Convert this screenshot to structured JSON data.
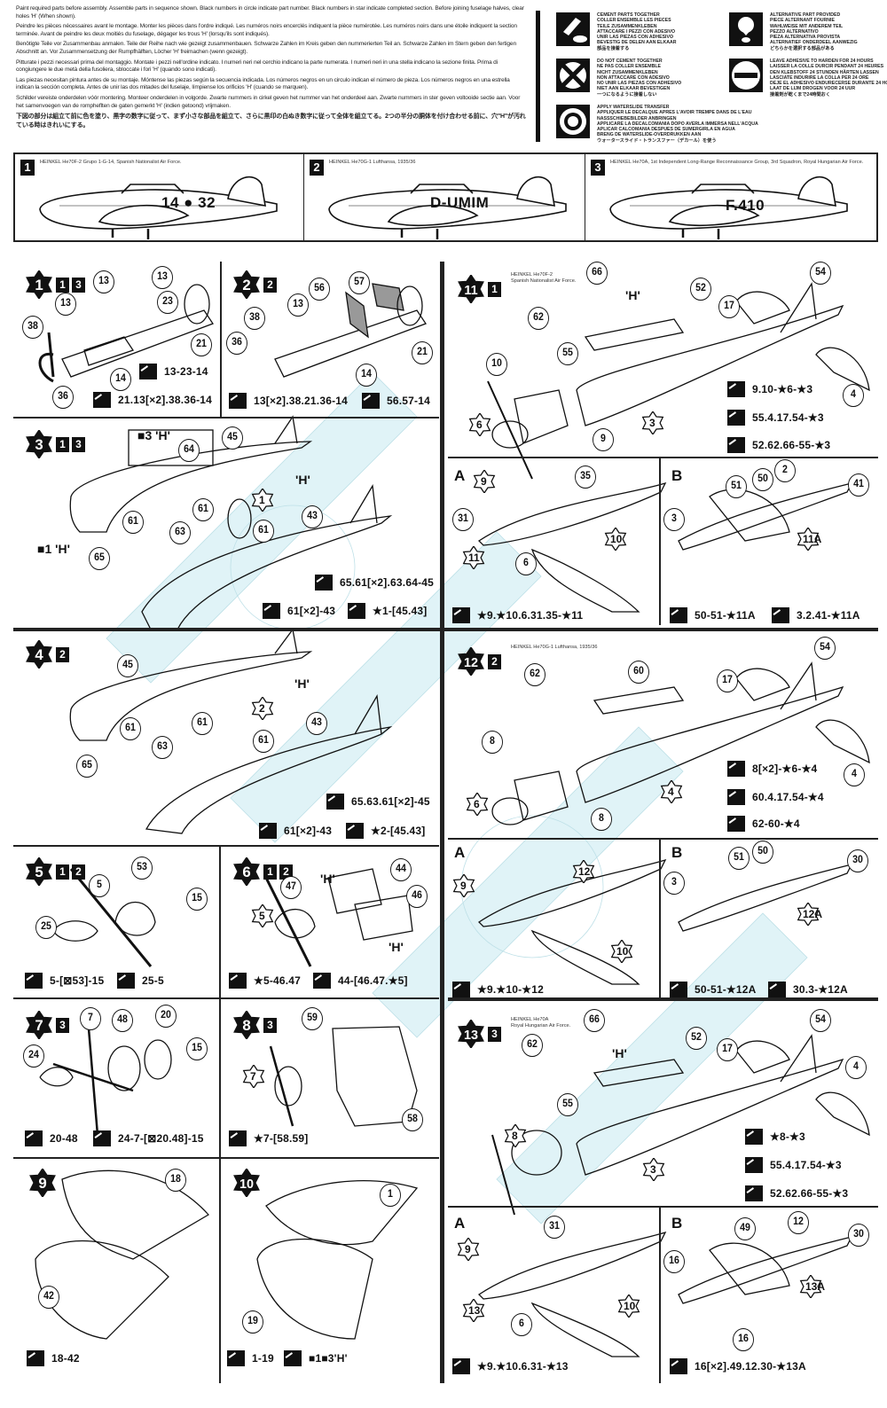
{
  "header": {
    "paragraphs": [
      "Paint required parts before assembly. Assemble parts in sequence shown. Black numbers in circle indicate part number. Black numbers in star indicate completed section. Before joining fuselage halves, clear holes 'H' (When shown).",
      "Peindre les pièces nécessaires avant le montage. Monter les pièces dans l'ordre indiqué. Les numéros noirs encerclés indiquent la pièce numérotée. Les numéros noirs dans une étoile indiquent la section terminée. Avant de peindre les deux moitiés du fuselage, dégager les trous 'H' (lorsqu'ils sont indiqués).",
      "Benötigte Teile vor Zusammenbau anmalen. Teile der Reihe nach wie gezeigt zusammenbauen. Schwarze Zahlen im Kreis geben den nummerierten Teil an. Schwarze Zahlen im Stern geben den fertigen Abschnitt an. Vor Zusammensetzung der Rumpfhälften, Löcher 'H' freimachen (wenn gezeigt).",
      "Pitturate i pezzi necessari prima del montaggio. Montate i pezzi nell'ordine indicato. I numeri neri nel cerchio indicano la parte numerata. I numeri neri in una stella indicano la sezione finita. Prima di congiungere le due metà della fusoliera, sbloccate i fori 'H' (quando sono indicati).",
      "Las piezas necesitan pintura antes de su montaje. Móntense las piezas según la secuencia indicada. Los números negros en un circulo indican el número de pieza. Los números negros en una estrella indican la sección completa. Antes de unir las dos mitades del fuselaje, límpiense los orificios 'H' (cuando se marquen).",
      "Schilder vereiste onderdelen vóór montering. Monteer onderdelen in volgorde. Zwarte nummers in cirkel geven het nummer van het onderdeel aan. Zwarte nummers in ster geven voltooide sectie aan. Voor het samenvoegen van de rompheflten de gaten gemerkt 'H' (indien getoond) vrijmaken.",
      "下図の部分は組立て前に色を塗り、黒字の数字に従って、まず小さな部品を組立て、さらに黒印の白ぬき数字に従って全体を組立てる。2つの半分の胴体を付け合わせる前に、穴\"H\"が汚れている時はきれいにする。"
    ],
    "legend": [
      {
        "icon": "cement-icon",
        "lines": [
          "CEMENT PARTS TOGETHER",
          "COLLER ENSEMBLE LES PIECES",
          "TEILE ZUSAMMENKLEBEN",
          "ATTACCARE I PEZZI CON ADESIVO",
          "UNIR LAS PIEZAS CON ADHESIVO",
          "BEVESTIG DE DELEN AAN ELKAAR",
          "部品を接着する"
        ]
      },
      {
        "icon": "do-not-cement-icon",
        "lines": [
          "DO NOT CEMENT TOGETHER",
          "NE PAS COLLER ENSEMBLE",
          "NICHT ZUSAMMENKLEBEN",
          "NON ATTACCARE CON ADESIVO",
          "NO UNIR LAS PIEZAS CON ADHESIVO",
          "NIET AAN ELKAAR BEVESTIGEN",
          "一つになるように接着しない"
        ]
      },
      {
        "icon": "decal-icon",
        "lines": [
          "APPLY WATERSLIDE TRANSFER",
          "APPLIQUER LE DECALQUE APRES L'AVOIR TREMPE DANS DE L'EAU",
          "NASSSCHIEBEBILDER ANBRINGEN",
          "APPLICARE LA DECALCOMANIA DOPO AVERLA IMMERSA NELL'ACQUA",
          "APLICAR CALCOMANIA DESPUES DE SUMERGIRLA EN AGUA",
          "BRENG DE WATERSLIDE-OVERDRUKKEN AAN",
          "ウォータースライド・トランスファー（デカール）を使う"
        ]
      },
      {
        "icon": "alternative-part-icon",
        "lines": [
          "ALTERNATIVE PART PROVIDED",
          "PIECE ALTERNANT FOURNIE",
          "WAHLWEISE MIT ANDEREM TEIL",
          "PEZZO ALTERNATIVO",
          "PIEZA ALTERNATIVA PROVISTA",
          "ALTERNATIEF ONDERDEEL AANWEZIG",
          "どちらかを選択する部品がある"
        ]
      },
      {
        "icon": "leave-to-harden-icon",
        "lines": [
          "LEAVE ADHESIVE TO HARDEN FOR 24 HOURS",
          "LAISSER LA COLLE DURCIR PENDANT 24 HEURES",
          "DEN KLEBSTOFF 24 STUNDEN HÄRTEN LASSEN",
          "LASCIATE INDURIRE LA COLLA PER 24 ORE",
          "DEJE EL ADHESIVO ENDURECERSE DURANTE 24 HORAS",
          "LAAT DE LIJM DROGEN VOOR 24 UUR",
          "接着剤が乾くまで24時間おく"
        ]
      }
    ]
  },
  "profiles": [
    {
      "number": "1",
      "caption": "HEINKEL He70F-2 Grupo 1-G-14, Spanish Nationalist Air Force.",
      "marking": "14 ● 32"
    },
    {
      "number": "2",
      "caption": "HEINKEL He70G-1 Lufthansa, 1935/36",
      "marking": "D-UMIM"
    },
    {
      "number": "3",
      "caption": "HEINKEL He70A, 1st Independent Long-Range Reconnaissance Group, 3rd Squadron, Royal Hungarian Air Force.",
      "marking": "F.410"
    }
  ],
  "steps": [
    {
      "key": "s1",
      "star": "1",
      "markers": [
        "1",
        "3"
      ],
      "parts": [
        "13",
        "13",
        "13",
        "23",
        "38",
        "21",
        "14",
        "36"
      ],
      "stars": [],
      "labels": [],
      "instructions": [
        "13-23-14",
        "21.13[×2].38.36-14"
      ]
    },
    {
      "key": "s2",
      "star": "2",
      "markers": [
        "2"
      ],
      "parts": [
        "57",
        "56",
        "13",
        "38",
        "36",
        "21",
        "14"
      ],
      "stars": [],
      "labels": [],
      "instructions": [
        "13[×2].38.21.36-14",
        "56.57-14"
      ]
    },
    {
      "key": "s3",
      "star": "3",
      "markers": [
        "1",
        "3"
      ],
      "parts": [
        "64",
        "45",
        "61",
        "61",
        "63",
        "61",
        "43",
        "65"
      ],
      "stars": [
        "1"
      ],
      "labels": [
        "■3 'H'",
        "'H'",
        "■1 'H'"
      ],
      "instructions": [
        "65.61[×2].63.64-45",
        "61[×2]-43",
        "★1-[45.43]"
      ]
    },
    {
      "key": "s4",
      "star": "4",
      "markers": [
        "2"
      ],
      "parts": [
        "45",
        "61",
        "61",
        "63",
        "61",
        "43",
        "65"
      ],
      "stars": [
        "2"
      ],
      "labels": [
        "'H'"
      ],
      "instructions": [
        "65.63.61[×2]-45",
        "61[×2]-43",
        "★2-[45.43]"
      ]
    },
    {
      "key": "s5",
      "star": "5",
      "markers": [
        "1",
        "2"
      ],
      "parts": [
        "53",
        "5",
        "15",
        "25"
      ],
      "stars": [],
      "labels": [],
      "instructions": [
        "5-[⊠53]-15",
        "25-5"
      ]
    },
    {
      "key": "s6",
      "star": "6",
      "markers": [
        "1",
        "2"
      ],
      "parts": [
        "47",
        "44",
        "46"
      ],
      "stars": [
        "5"
      ],
      "labels": [
        "'H'",
        "'H'"
      ],
      "instructions": [
        "★5-46.47",
        "44-[46.47.★5]"
      ]
    },
    {
      "key": "s7",
      "star": "7",
      "markers": [
        "3"
      ],
      "parts": [
        "7",
        "48",
        "20",
        "15",
        "24"
      ],
      "stars": [],
      "labels": [],
      "instructions": [
        "20-48",
        "24-7-[⊠20.48]-15"
      ]
    },
    {
      "key": "s8",
      "star": "8",
      "markers": [
        "3"
      ],
      "parts": [
        "59",
        "58"
      ],
      "stars": [
        "7"
      ],
      "labels": [],
      "instructions": [
        "★7-[58.59]"
      ]
    },
    {
      "key": "s9",
      "star": "9",
      "markers": [],
      "parts": [
        "18",
        "42"
      ],
      "stars": [],
      "labels": [],
      "instructions": [
        "18-42"
      ]
    },
    {
      "key": "s10",
      "star": "10",
      "markers": [],
      "parts": [
        "1",
        "19"
      ],
      "stars": [],
      "labels": [],
      "instructions": [
        "1-19",
        "■1■3'H'"
      ]
    },
    {
      "key": "s11",
      "star": "11",
      "markers": [
        "1"
      ],
      "caption": [
        "HEINKEL He70F-2",
        "Spanish Nationalist Air Force."
      ],
      "parts": [
        "66",
        "62",
        "52",
        "17",
        "54",
        "55",
        "10",
        "4",
        "9"
      ],
      "stars": [
        "6",
        "3"
      ],
      "labels": [
        "'H'"
      ],
      "instructions": [
        "9.10-★6-★3",
        "55.4.17.54-★3",
        "52.62.66-55-★3"
      ]
    },
    {
      "key": "s11a",
      "label": "A",
      "parts": [
        "35",
        "31",
        "6"
      ],
      "stars": [
        "9",
        "11",
        "10"
      ],
      "labels": [],
      "instructions": [
        "★9.★10.6.31.35-★11"
      ]
    },
    {
      "key": "s11b",
      "label": "B",
      "parts": [
        "51",
        "50",
        "2",
        "41",
        "3"
      ],
      "stars": [
        "11A"
      ],
      "labels": [],
      "instructions": [
        "50-51-★11A",
        "3.2.41-★11A"
      ]
    },
    {
      "key": "s12",
      "star": "12",
      "markers": [
        "2"
      ],
      "caption": [
        "HEINKEL He70G-1 Lufthansa, 1935/36"
      ],
      "parts": [
        "62",
        "60",
        "54",
        "17",
        "8",
        "4",
        "8"
      ],
      "stars": [
        "6",
        "4"
      ],
      "labels": [],
      "instructions": [
        "8[×2]-★6-★4",
        "60.4.17.54-★4",
        "62-60-★4"
      ]
    },
    {
      "key": "s12a",
      "label": "A",
      "parts": [],
      "stars": [
        "9",
        "12",
        "10"
      ],
      "labels": [],
      "instructions": [
        "★9.★10-★12"
      ]
    },
    {
      "key": "s12b",
      "label": "B",
      "parts": [
        "51",
        "50",
        "30",
        "3"
      ],
      "stars": [
        "12A"
      ],
      "labels": [],
      "instructions": [
        "50-51-★12A",
        "30.3-★12A"
      ]
    },
    {
      "key": "s13",
      "star": "13",
      "markers": [
        "3"
      ],
      "caption": [
        "HEINKEL He70A",
        "Royal Hungarian Air Force."
      ],
      "parts": [
        "66",
        "62",
        "52",
        "54",
        "17",
        "4",
        "55"
      ],
      "stars": [
        "8",
        "3"
      ],
      "labels": [
        "'H'"
      ],
      "instructions": [
        "★8-★3",
        "55.4.17.54-★3",
        "52.62.66-55-★3"
      ]
    },
    {
      "key": "s13a",
      "label": "A",
      "parts": [
        "31",
        "6"
      ],
      "stars": [
        "9",
        "13",
        "10"
      ],
      "labels": [],
      "instructions": [
        "★9.★10.6.31-★13"
      ]
    },
    {
      "key": "s13b",
      "label": "B",
      "parts": [
        "49",
        "12",
        "30",
        "16",
        "16"
      ],
      "stars": [
        "13A"
      ],
      "labels": [],
      "instructions": [
        "16[×2].49.12.30-★13A"
      ]
    }
  ],
  "colors": {
    "ink": "#111111",
    "watermark": "#bfe6ee"
  }
}
